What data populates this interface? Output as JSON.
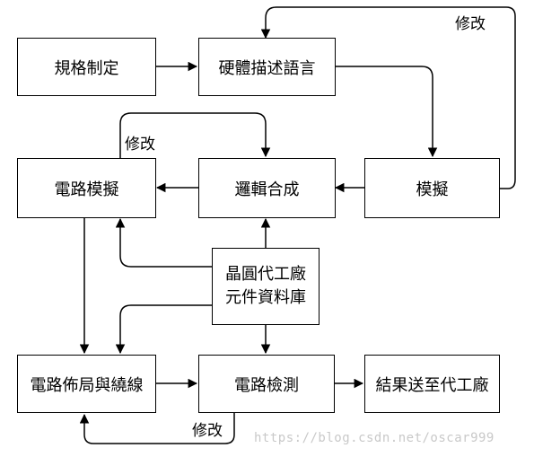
{
  "nodes": {
    "spec": "規格制定",
    "hdl": "硬體描述語言",
    "circuit_sim": "電路模擬",
    "synthesis": "邏輯合成",
    "simulation": "模擬",
    "library_line1": "晶圓代工廠",
    "library_line2": "元件資料庫",
    "layout": "電路佈局與繞線",
    "verify": "電路檢測",
    "foundry": "結果送至代工廠"
  },
  "edge_labels": {
    "sim_to_hdl": "修改",
    "circuit_sim_to_synthesis": "修改",
    "verify_to_layout": "修改"
  },
  "watermark": "https://blog.csdn.net/oscar999"
}
